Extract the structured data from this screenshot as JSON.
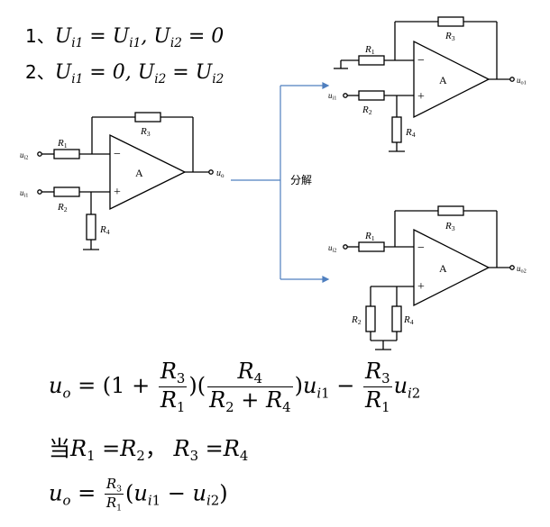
{
  "cases": {
    "case1_num": "1、",
    "case1_eq": "Ui1 = Ui1, Ui2 = 0",
    "case2_num": "2、",
    "case2_eq": "Ui1 = 0, Ui2 = Ui2"
  },
  "arrow_label": "分解",
  "left_circuit": {
    "r1": "R1",
    "r2": "R2",
    "r3": "R3",
    "r4": "R4",
    "in_top": "ui2",
    "in_bottom": "ui1",
    "out": "uo",
    "amp": "A",
    "minus": "−",
    "plus": "+"
  },
  "top_circuit": {
    "r1": "R1",
    "r2": "R2",
    "r3": "R3",
    "r4": "R4",
    "in_bottom": "ui1",
    "out": "uo1",
    "amp": "A",
    "minus": "−",
    "plus": "+"
  },
  "bottom_circuit": {
    "r1": "R1",
    "r2": "R2",
    "r3": "R3",
    "r4": "R4",
    "in_top": "ui2",
    "out": "uo2",
    "amp": "A",
    "minus": "−",
    "plus": "+"
  },
  "formula1": "uo = (1 + R3/R1)(R4/(R2 + R4))ui1 − (R3/R1)ui2",
  "condition": "当R1 = R2， R3 = R4",
  "formula2": "uo = (R3/R1)(ui1 − ui2)"
}
